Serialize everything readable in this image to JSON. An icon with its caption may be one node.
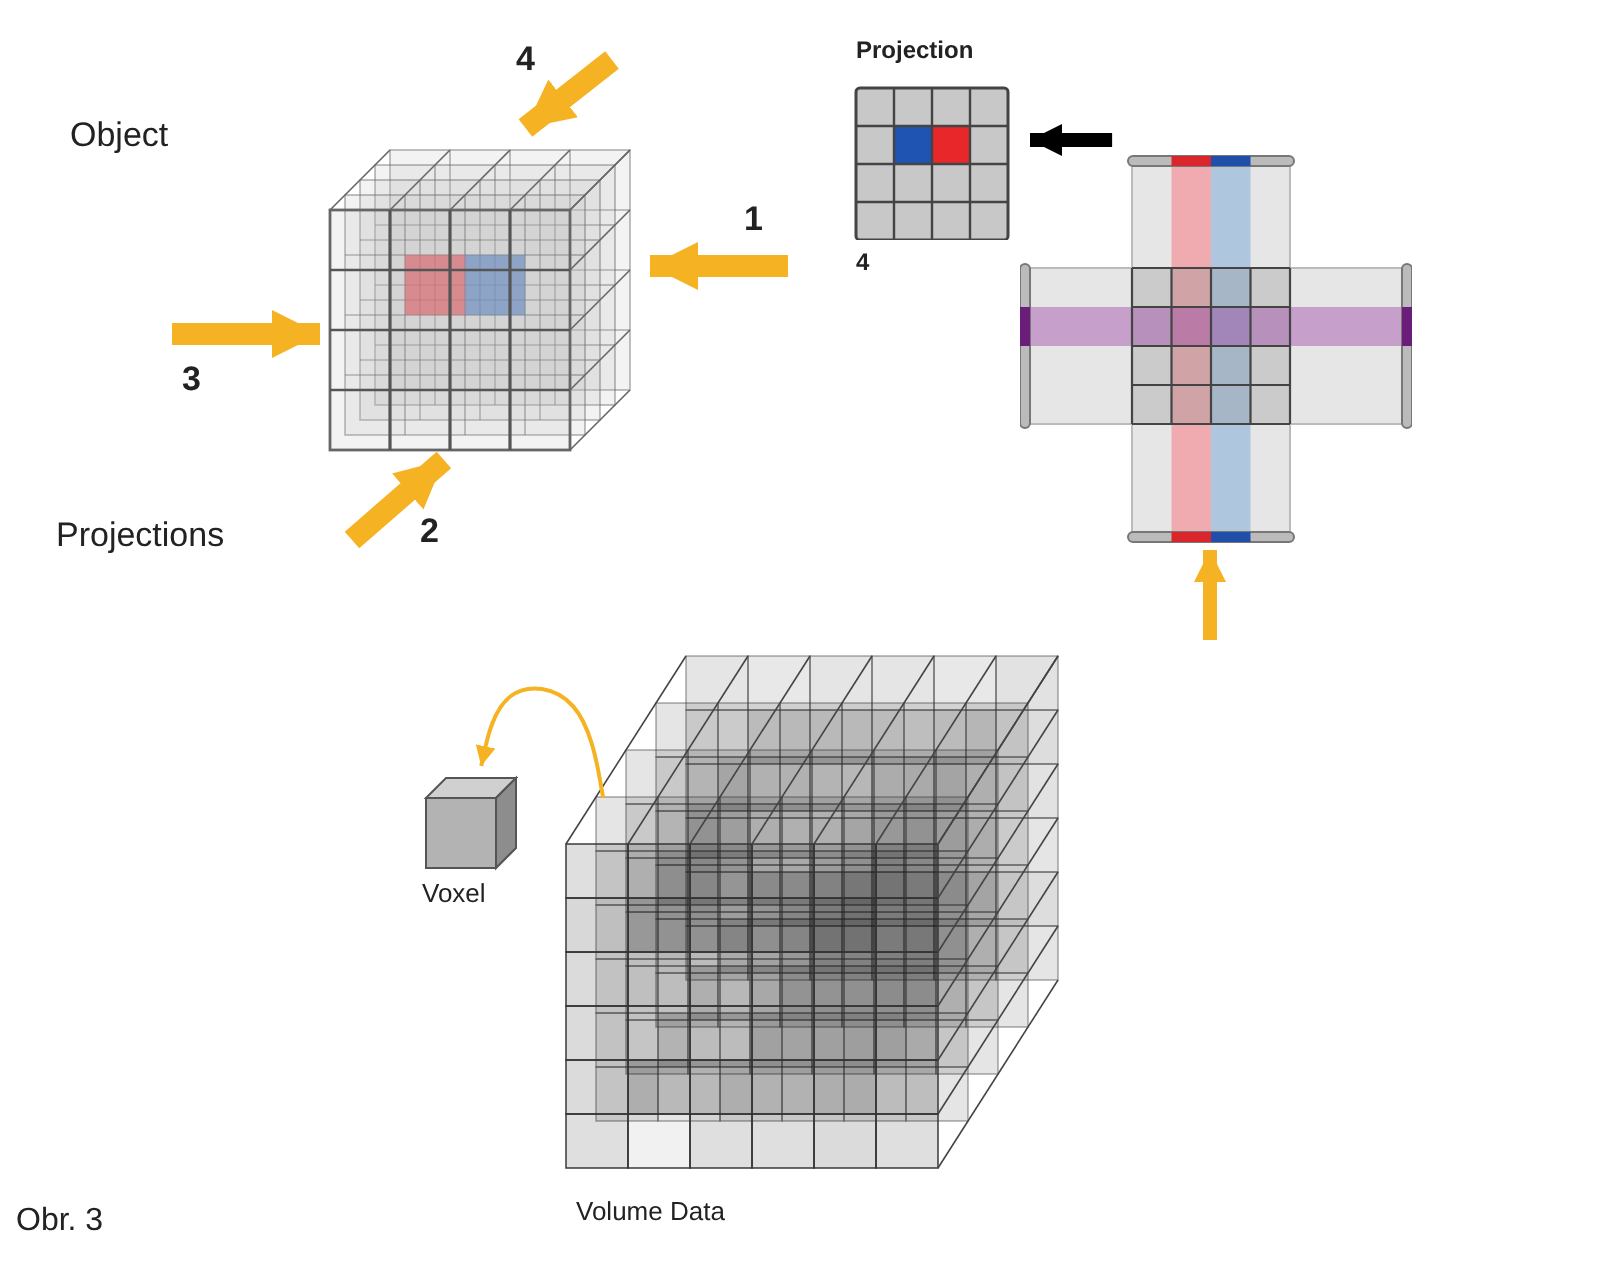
{
  "diagram": {
    "caption": "Obr. 3",
    "nodes": [
      {
        "text": [],
        "shape": "picture"
      },
      {
        "text": [
          "Projection"
        ],
        "beside": [
          "4"
        ]
      },
      {
        "text": [],
        "shape": "picture"
      },
      {
        "text": [
          "Voxel"
        ]
      },
      {
        "text": [
          "Volume Data"
        ]
      }
    ],
    "edges": [
      {
        "from": null,
        "to": 0,
        "arrow": "to",
        "label": "1"
      },
      {
        "from": null,
        "to": 0,
        "arrow": "to",
        "label": "2"
      },
      {
        "from": null,
        "to": 0,
        "arrow": "to",
        "label": "3"
      },
      {
        "from": null,
        "to": 0,
        "arrow": "to",
        "label": "4"
      },
      {
        "from": 2,
        "to": 1,
        "arrow": "to",
        "color": "#000000"
      },
      {
        "from": null,
        "to": 2,
        "arrow": "to"
      },
      {
        "from": 4,
        "to": 3,
        "arrow": "to"
      }
    ],
    "labels": [
      "Object",
      "Projections"
    ]
  }
}
